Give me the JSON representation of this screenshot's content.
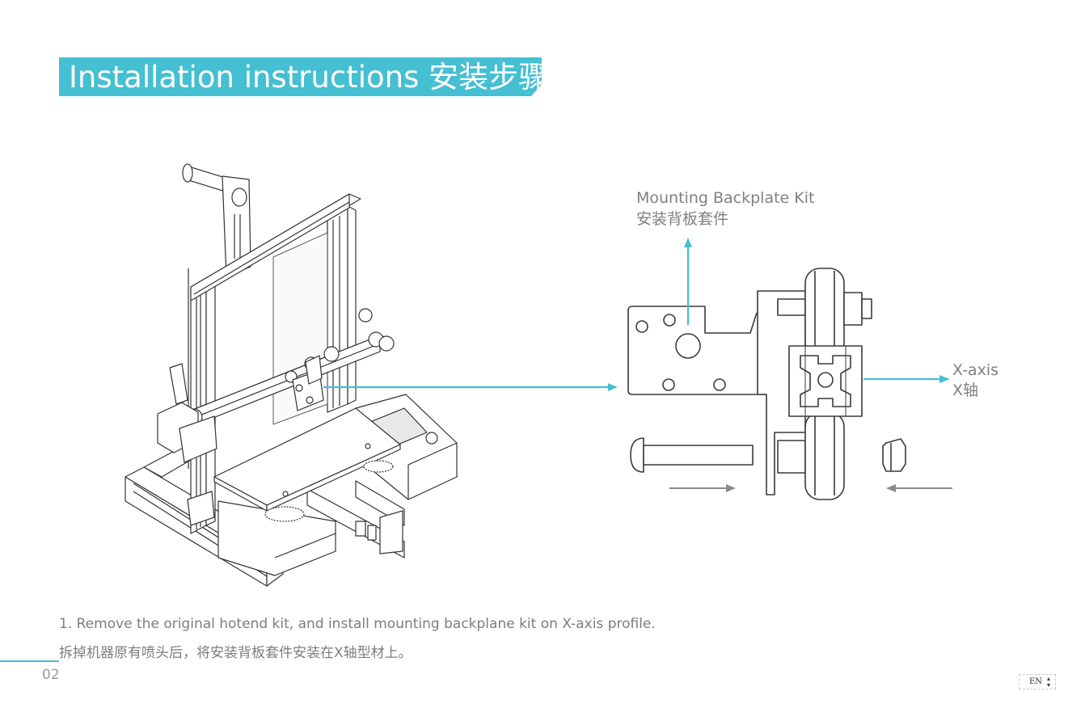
{
  "header": {
    "title": "Installation instructions 安装步骤"
  },
  "callouts": {
    "backplate_en": "Mounting Backplate Kit",
    "backplate_zh": "安装背板套件",
    "xaxis_en": "X-axis",
    "xaxis_zh": "X轴"
  },
  "instructions": {
    "step_en": "1. Remove the original hotend kit, and install mounting backplane kit on X-axis profile.",
    "step_zh": "拆掉机器原有喷头后，将安装背板套件安装在X轴型材上。"
  },
  "footer": {
    "page_number": "02",
    "language": "EN"
  },
  "colors": {
    "accent": "#45bfd2",
    "line": "#3a3a3a",
    "text_gray": "#808080"
  }
}
